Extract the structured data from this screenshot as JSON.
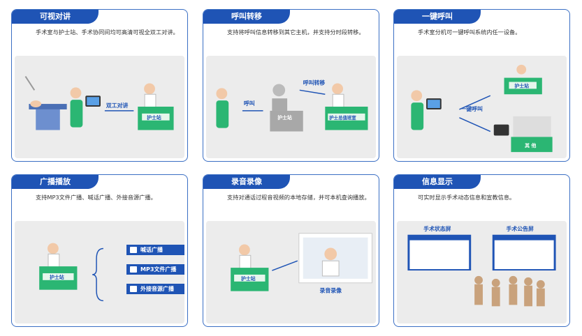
{
  "cards": [
    {
      "title": "可视对讲",
      "desc": "手术室与护士站、手术协同间均可高清可视全双工对讲。"
    },
    {
      "title": "呼叫转移",
      "desc": "支持将呼叫信息转移到其它主机，并支持分时段转移。"
    },
    {
      "title": "一键呼叫",
      "desc": "手术室分机可一键呼叫系统内任一设备。"
    },
    {
      "title": "广播播放",
      "desc": "支持MP3文件广播、喊话广播、外接音源广播。"
    },
    {
      "title": "录音录像",
      "desc": "支持对通话过程音视频的本地存储，并可本机查询播放。"
    },
    {
      "title": "信息显示",
      "desc": "可实时显示手术动态信息和宣教信息。"
    }
  ],
  "scene_labels": {
    "intercom": "双工对讲",
    "nurse_station": "护士站",
    "call": "呼叫",
    "transfer": "呼叫转移",
    "duty_room": "护士总值班室",
    "one_key": "一键呼叫",
    "others": "其 他",
    "broadcast_items": [
      "喊话广播",
      "MP3文件广播",
      "外接音源广播"
    ],
    "recording": "录音录像",
    "status_screen": "手术状态屏",
    "bulletin_screen": "手术公告屏"
  },
  "colors": {
    "accent": "#1f54b5",
    "border": "#3b6fc4",
    "desk": "#2bb673"
  }
}
